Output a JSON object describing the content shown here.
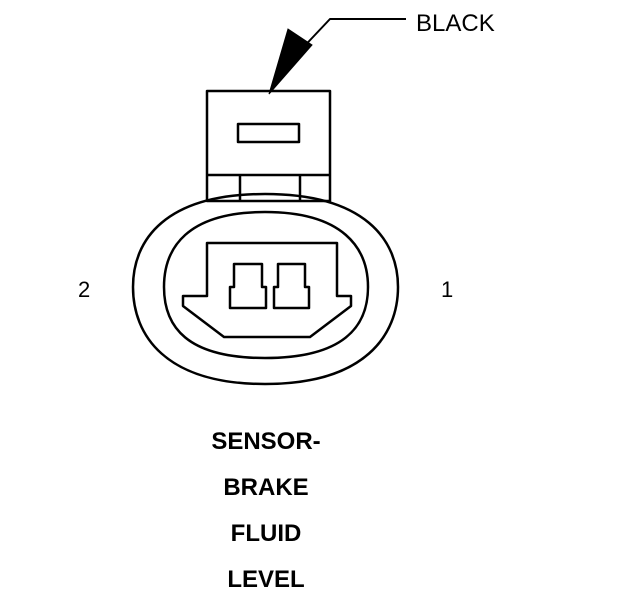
{
  "callout": {
    "color_label": "BLACK"
  },
  "pins": {
    "left": "2",
    "right": "1"
  },
  "title": {
    "lines": [
      "SENSOR-",
      "BRAKE",
      "FLUID",
      "LEVEL"
    ]
  },
  "colors": {
    "ink": "#000000",
    "background": "#ffffff"
  }
}
